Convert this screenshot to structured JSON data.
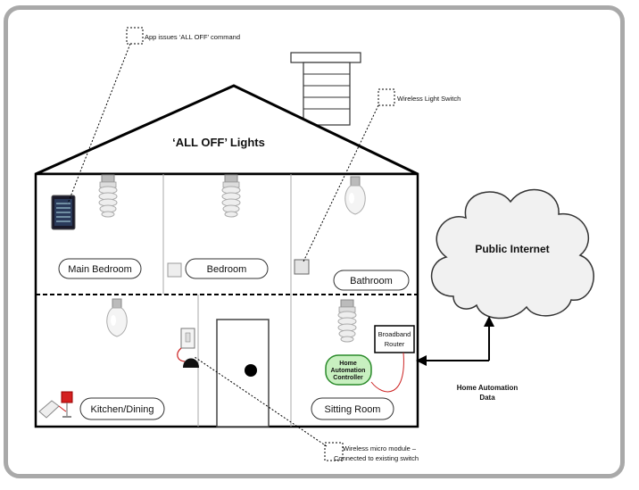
{
  "title": "‘ALL OFF’ Lights",
  "rooms": {
    "main_bedroom": "Main Bedroom",
    "bedroom": "Bedroom",
    "bathroom": "Bathroom",
    "kitchen_dining": "Kitchen/Dining",
    "sitting_room": "Sitting Room"
  },
  "callouts": {
    "app": "App issues ‘ALL OFF’ command",
    "wireless_switch": "Wireless Light Switch",
    "micro_module_line1": "Wireless micro module –",
    "micro_module_line2": "Connected to existing switch"
  },
  "cloud_label": "Public Internet",
  "router_line1": "Broadband",
  "router_line2": "Router",
  "controller_line1": "Home",
  "controller_line2": "Automation",
  "controller_line3": "Controller",
  "data_line1": "Home Automation",
  "data_line2": "Data",
  "colors": {
    "frame": "#a9a9a9",
    "controller_fill": "#c8f0c0",
    "controller_stroke": "#2a8a2a",
    "wire_red": "#cc2222",
    "lamp_red": "#d42020"
  },
  "icons": [
    "cfl-bulb-icon",
    "incandescent-bulb-icon",
    "tablet-app-icon",
    "light-switch-icon",
    "micro-module-icon",
    "table-lamp-icon",
    "door-icon"
  ]
}
